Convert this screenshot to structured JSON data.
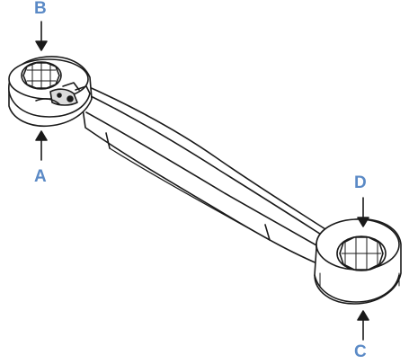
{
  "labels": {
    "b": "B",
    "a": "A",
    "d": "D",
    "c": "C"
  },
  "colors": {
    "label": "#5b8ac6",
    "outline": "#1a1a1a",
    "arrow": "#1a1a1a",
    "shade": "#dcdcdc",
    "background": "#ffffff"
  },
  "icons": {
    "arrow": "arrow-icon",
    "wrench": "ratcheting-wrench-illustration"
  }
}
